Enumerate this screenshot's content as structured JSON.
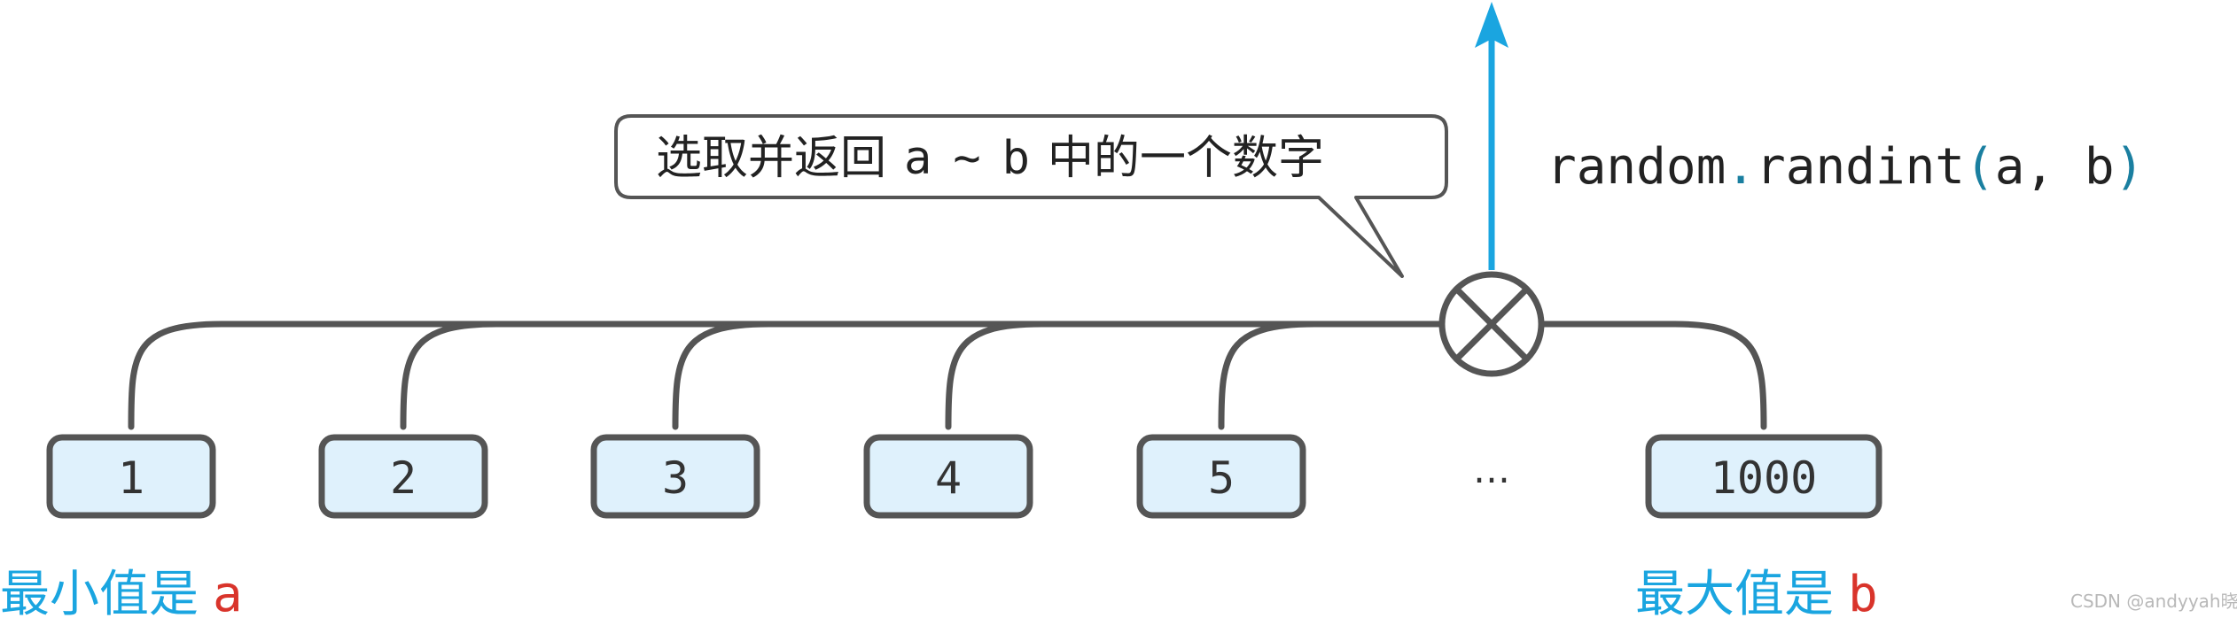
{
  "callout": {
    "prefix": "选取并返回",
    "var_a": "a",
    "tilde": "~",
    "var_b": "b",
    "suffix": "中的一个数字"
  },
  "code": {
    "module": "random",
    "dot": ".",
    "func": "randint",
    "open": "(",
    "args": "a, b",
    "close": ")"
  },
  "boxes": [
    "1",
    "2",
    "3",
    "4",
    "5",
    "1000"
  ],
  "ellipsis": "…",
  "min_label": {
    "text": "最小值是",
    "var": "a"
  },
  "max_label": {
    "text": "最大值是",
    "var": "b"
  },
  "watermark": "CSDN @andyyah晓波",
  "colors": {
    "line": "#555555",
    "arrow": "#1aa5e0",
    "box_fill": "#dff1fc",
    "label_blue": "#1aa5e0",
    "var_red": "#d9342b",
    "code_text": "#222222",
    "code_accent": "#1a7fa0",
    "watermark": "#b8b8b8"
  }
}
